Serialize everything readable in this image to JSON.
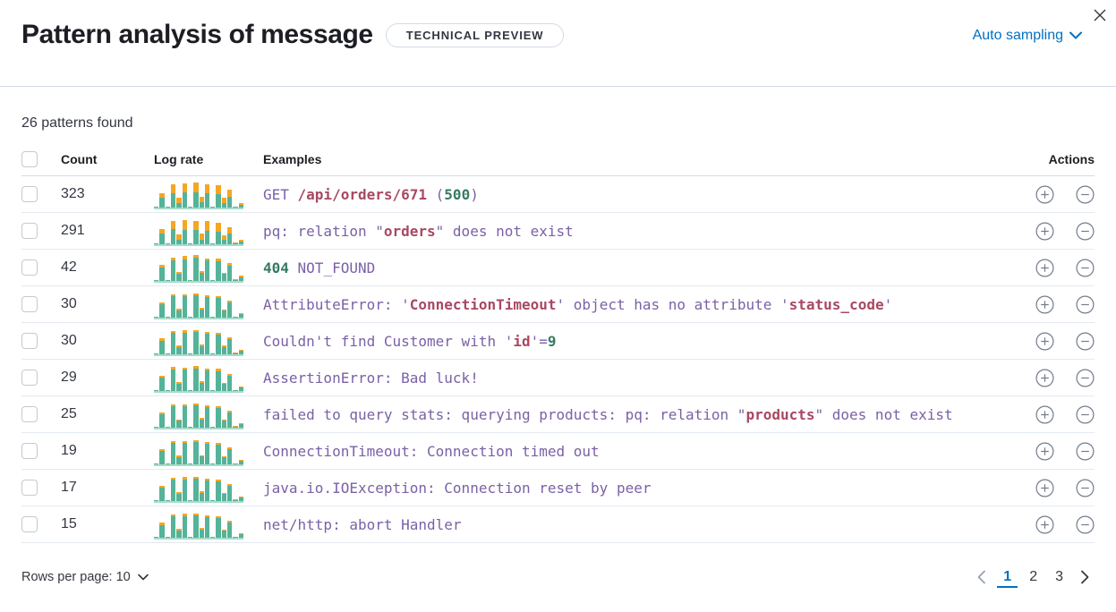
{
  "header": {
    "title": "Pattern analysis of message",
    "badge": "TECHNICAL PREVIEW",
    "sampling_label": "Auto sampling"
  },
  "summary": "26 patterns found",
  "table": {
    "columns": {
      "count": "Count",
      "log_rate": "Log rate",
      "examples": "Examples",
      "actions": "Actions"
    },
    "rows": [
      {
        "count": "323",
        "sparkline": [
          [
            1,
            0
          ],
          [
            11,
            5
          ],
          [
            1,
            0
          ],
          [
            16,
            10
          ],
          [
            5,
            6
          ],
          [
            17,
            10
          ],
          [
            1,
            0
          ],
          [
            17,
            11
          ],
          [
            6,
            6
          ],
          [
            16,
            10
          ],
          [
            1,
            0
          ],
          [
            15,
            10
          ],
          [
            5,
            6
          ],
          [
            12,
            8
          ],
          [
            1,
            0
          ],
          [
            3,
            2
          ]
        ],
        "tokens": [
          {
            "t": "GET ",
            "c": "p"
          },
          {
            "t": "/api/orders/671",
            "c": "m"
          },
          {
            "t": " (",
            "c": "p"
          },
          {
            "t": "500",
            "c": "g"
          },
          {
            "t": ")",
            "c": "p"
          }
        ]
      },
      {
        "count": "291",
        "sparkline": [
          [
            1,
            0
          ],
          [
            12,
            5
          ],
          [
            1,
            0
          ],
          [
            17,
            9
          ],
          [
            5,
            6
          ],
          [
            16,
            11
          ],
          [
            1,
            0
          ],
          [
            16,
            10
          ],
          [
            5,
            7
          ],
          [
            15,
            11
          ],
          [
            1,
            0
          ],
          [
            14,
            10
          ],
          [
            5,
            5
          ],
          [
            12,
            7
          ],
          [
            1,
            1
          ],
          [
            3,
            2
          ]
        ],
        "tokens": [
          {
            "t": "pq: relation \"",
            "c": "p"
          },
          {
            "t": "orders",
            "c": "m"
          },
          {
            "t": "\" does not exist",
            "c": "p"
          }
        ]
      },
      {
        "count": "42",
        "sparkline": [
          [
            1,
            0
          ],
          [
            15,
            3
          ],
          [
            1,
            0
          ],
          [
            23,
            3
          ],
          [
            8,
            2
          ],
          [
            24,
            4
          ],
          [
            1,
            0
          ],
          [
            26,
            3
          ],
          [
            9,
            2
          ],
          [
            23,
            2
          ],
          [
            1,
            0
          ],
          [
            22,
            3
          ],
          [
            8,
            1
          ],
          [
            17,
            3
          ],
          [
            1,
            1
          ],
          [
            4,
            2
          ]
        ],
        "tokens": [
          {
            "t": "404",
            "c": "g"
          },
          {
            "t": " NOT_FOUND",
            "c": "p"
          }
        ]
      },
      {
        "count": "30",
        "sparkline": [
          [
            1,
            0
          ],
          [
            15,
            2
          ],
          [
            1,
            0
          ],
          [
            24,
            2
          ],
          [
            8,
            2
          ],
          [
            24,
            2
          ],
          [
            1,
            0
          ],
          [
            25,
            2
          ],
          [
            9,
            2
          ],
          [
            23,
            2
          ],
          [
            1,
            0
          ],
          [
            22,
            2
          ],
          [
            8,
            1
          ],
          [
            17,
            2
          ],
          [
            1,
            0
          ],
          [
            4,
            1
          ]
        ],
        "tokens": [
          {
            "t": "AttributeError: '",
            "c": "p"
          },
          {
            "t": "ConnectionTimeout",
            "c": "m"
          },
          {
            "t": "' object has no attribute '",
            "c": "p"
          },
          {
            "t": "status_code",
            "c": "m"
          },
          {
            "t": "'",
            "c": "p"
          }
        ]
      },
      {
        "count": "30",
        "sparkline": [
          [
            1,
            0
          ],
          [
            15,
            3
          ],
          [
            1,
            0
          ],
          [
            24,
            2
          ],
          [
            8,
            2
          ],
          [
            24,
            3
          ],
          [
            1,
            0
          ],
          [
            25,
            2
          ],
          [
            9,
            2
          ],
          [
            23,
            2
          ],
          [
            1,
            0
          ],
          [
            22,
            2
          ],
          [
            8,
            2
          ],
          [
            17,
            2
          ],
          [
            1,
            1
          ],
          [
            4,
            1
          ]
        ],
        "tokens": [
          {
            "t": "Couldn't find Customer with '",
            "c": "p"
          },
          {
            "t": "id",
            "c": "m"
          },
          {
            "t": "'=",
            "c": "p"
          },
          {
            "t": "9",
            "c": "g"
          }
        ]
      },
      {
        "count": "29",
        "sparkline": [
          [
            1,
            0
          ],
          [
            15,
            2
          ],
          [
            1,
            0
          ],
          [
            24,
            3
          ],
          [
            8,
            2
          ],
          [
            24,
            2
          ],
          [
            1,
            0
          ],
          [
            25,
            3
          ],
          [
            9,
            2
          ],
          [
            23,
            2
          ],
          [
            1,
            0
          ],
          [
            22,
            3
          ],
          [
            8,
            1
          ],
          [
            17,
            2
          ],
          [
            1,
            0
          ],
          [
            4,
            1
          ]
        ],
        "tokens": [
          {
            "t": "AssertionError: Bad luck!",
            "c": "p"
          }
        ]
      },
      {
        "count": "25",
        "sparkline": [
          [
            1,
            0
          ],
          [
            15,
            2
          ],
          [
            1,
            0
          ],
          [
            24,
            2
          ],
          [
            8,
            1
          ],
          [
            24,
            2
          ],
          [
            1,
            0
          ],
          [
            25,
            2
          ],
          [
            9,
            2
          ],
          [
            23,
            2
          ],
          [
            1,
            0
          ],
          [
            22,
            2
          ],
          [
            8,
            1
          ],
          [
            17,
            2
          ],
          [
            1,
            1
          ],
          [
            4,
            1
          ]
        ],
        "tokens": [
          {
            "t": "failed to query stats: querying products: pq: relation \"",
            "c": "p"
          },
          {
            "t": "products",
            "c": "m"
          },
          {
            "t": "\" does not exist",
            "c": "p"
          }
        ]
      },
      {
        "count": "19",
        "sparkline": [
          [
            1,
            0
          ],
          [
            15,
            2
          ],
          [
            1,
            0
          ],
          [
            24,
            2
          ],
          [
            8,
            2
          ],
          [
            24,
            2
          ],
          [
            1,
            0
          ],
          [
            25,
            2
          ],
          [
            9,
            1
          ],
          [
            23,
            2
          ],
          [
            1,
            0
          ],
          [
            22,
            2
          ],
          [
            8,
            1
          ],
          [
            17,
            2
          ],
          [
            1,
            0
          ],
          [
            4,
            1
          ]
        ],
        "tokens": [
          {
            "t": "ConnectionTimeout: Connection timed out",
            "c": "p"
          }
        ]
      },
      {
        "count": "17",
        "sparkline": [
          [
            1,
            0
          ],
          [
            15,
            2
          ],
          [
            1,
            0
          ],
          [
            24,
            2
          ],
          [
            8,
            2
          ],
          [
            24,
            3
          ],
          [
            1,
            0
          ],
          [
            25,
            2
          ],
          [
            9,
            2
          ],
          [
            23,
            2
          ],
          [
            1,
            0
          ],
          [
            22,
            2
          ],
          [
            8,
            1
          ],
          [
            17,
            2
          ],
          [
            1,
            1
          ],
          [
            4,
            1
          ]
        ],
        "tokens": [
          {
            "t": "java.io.IOException: Connection reset by peer",
            "c": "p"
          }
        ]
      },
      {
        "count": "15",
        "sparkline": [
          [
            1,
            0
          ],
          [
            14,
            3
          ],
          [
            1,
            0
          ],
          [
            24,
            2
          ],
          [
            8,
            2
          ],
          [
            24,
            3
          ],
          [
            1,
            0
          ],
          [
            25,
            2
          ],
          [
            9,
            2
          ],
          [
            23,
            2
          ],
          [
            1,
            0
          ],
          [
            22,
            2
          ],
          [
            8,
            1
          ],
          [
            17,
            2
          ],
          [
            1,
            0
          ],
          [
            4,
            1
          ]
        ],
        "tokens": [
          {
            "t": "net/http: abort Handler",
            "c": "p"
          }
        ]
      }
    ]
  },
  "footer": {
    "rows_per_page": "Rows per page: 10",
    "pages": [
      "1",
      "2",
      "3"
    ],
    "active_page": "1"
  },
  "colors": {
    "accent_blue": "#0071C2",
    "token_static_purple": "#7A61A6",
    "token_variable_maroon": "#A84863",
    "token_number_green": "#377B64",
    "bar_teal": "#54B399",
    "bar_orange": "#F5A623",
    "divider": "#D3DAE6",
    "icon_gray": "#757C8A"
  }
}
